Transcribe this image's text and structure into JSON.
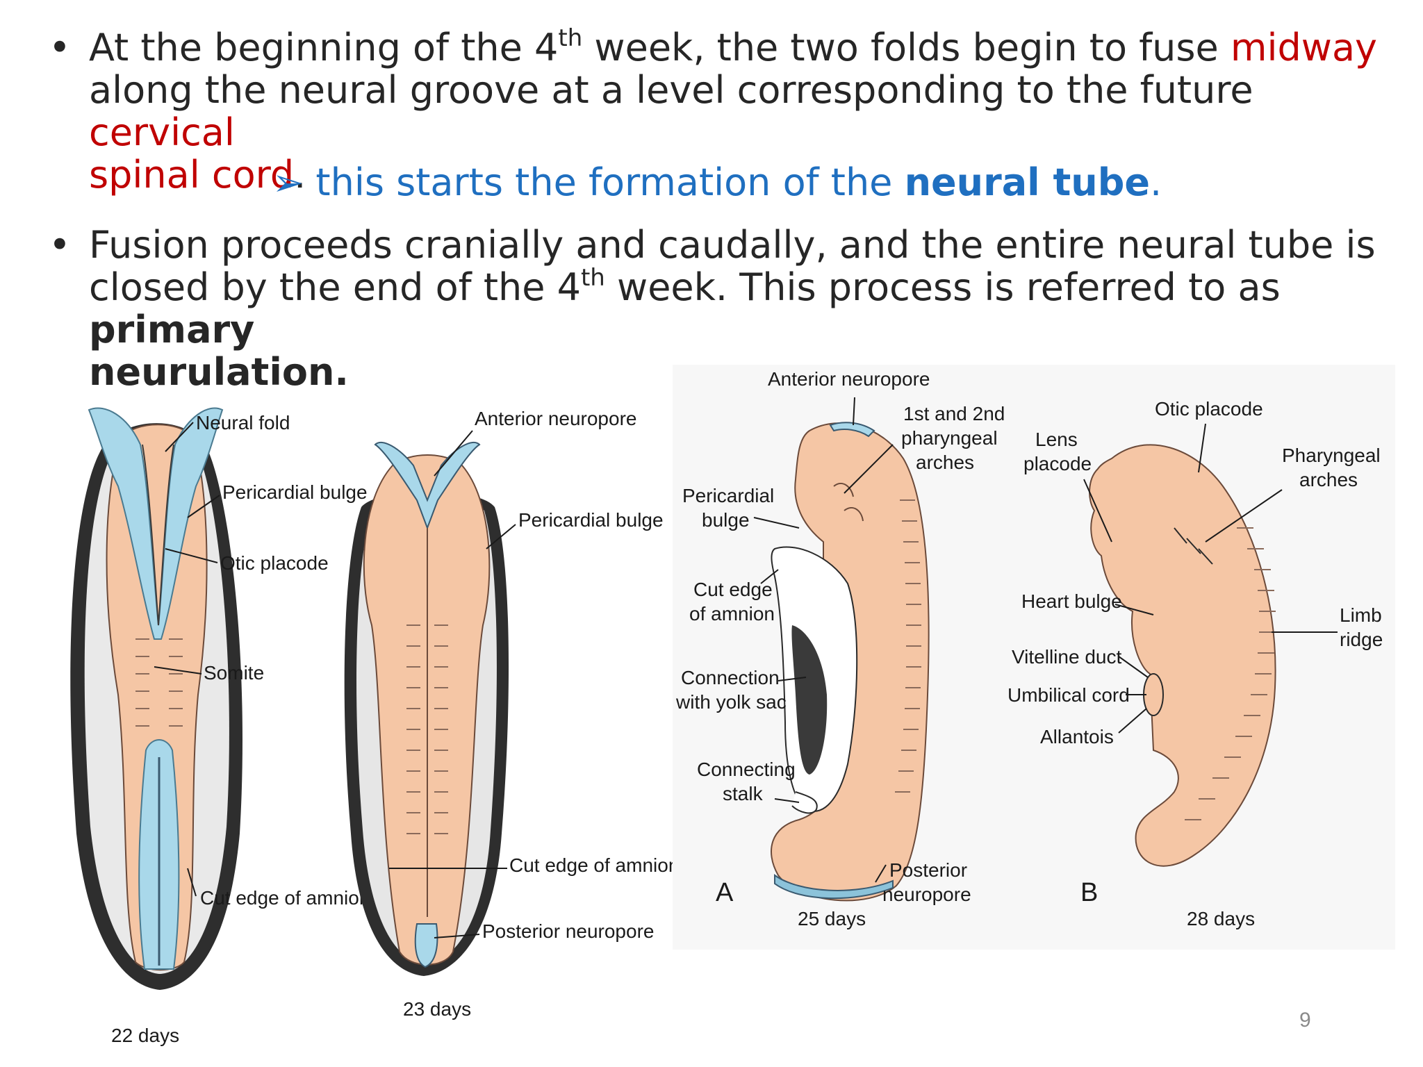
{
  "bullets": [
    {
      "t1": "At the beginning of the 4",
      "sup1": "th",
      "t2": " week, the two folds begin to fuse ",
      "r1": "midway",
      "t3": "along the neural groove at a level corresponding to the future ",
      "r2": "cervical",
      "r3": "spinal cord",
      "t4": "."
    },
    {
      "t1": "Fusion proceeds cranially and caudally, and the entire neural tube is",
      "t2": "closed by the end of the 4",
      "sup1": "th",
      "t3": " week. This process is referred to as ",
      "b1": "primary",
      "b2": "neurulation."
    }
  ],
  "sub_bullet": {
    "arrow": "➢",
    "text": " this starts the formation of the ",
    "bold": "neural tube",
    "end": "."
  },
  "figure_22": {
    "neural_fold": "Neural fold",
    "pericardial_bulge": "Pericardial bulge",
    "otic_placode": "Otic placode",
    "somite": "Somite",
    "cut_edge": "Cut edge of amnion",
    "caption": "22 days"
  },
  "figure_23": {
    "anterior_neuropore": "Anterior neuropore",
    "pericardial_bulge": "Pericardial bulge",
    "cut_edge": "Cut edge of amnion",
    "posterior_neuropore": "Posterior neuropore",
    "caption": "23 days"
  },
  "figure_A": {
    "anterior_neuropore": "Anterior neuropore",
    "arches": [
      "1st and 2nd",
      "pharyngeal",
      "arches"
    ],
    "pericardial_bulge": [
      "Pericardial",
      "bulge"
    ],
    "cut_edge": [
      "Cut edge",
      "of amnion"
    ],
    "connection": [
      "Connection",
      "with yolk sac"
    ],
    "connecting_stalk": [
      "Connecting",
      "stalk"
    ],
    "posterior_neuropore": [
      "Posterior",
      "neuropore"
    ],
    "letter": "A",
    "caption": "25 days"
  },
  "figure_B": {
    "otic_placode": "Otic placode",
    "lens_placode": [
      "Lens",
      "placode"
    ],
    "pharyngeal_arches": [
      "Pharyngeal",
      "arches"
    ],
    "heart_bulge": "Heart bulge",
    "vitelline_duct": "Vitelline duct",
    "umbilical_cord": "Umbilical cord",
    "allantois": "Allantois",
    "limb_ridge": [
      "Limb",
      "ridge"
    ],
    "letter": "B",
    "caption": "28 days"
  },
  "page_number": "9",
  "colors": {
    "text": "#262626",
    "red": "#c00000",
    "blue": "#1f6fc0",
    "tissue": "#f5c6a5",
    "neural_plate": "#a9d8ea"
  }
}
